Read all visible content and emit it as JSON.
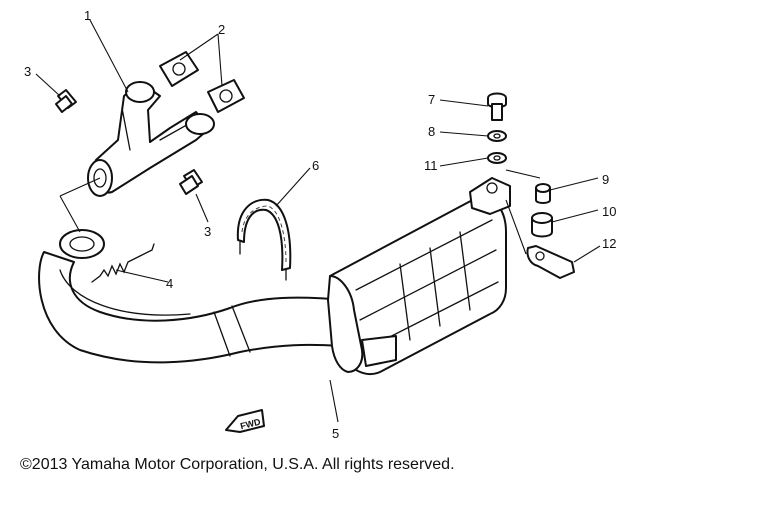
{
  "callouts": {
    "c1": "1",
    "c2": "2",
    "c3a": "3",
    "c3b": "3",
    "c4": "4",
    "c5": "5",
    "c6": "6",
    "c7": "7",
    "c8": "8",
    "c9": "9",
    "c10": "10",
    "c11": "11",
    "c12": "12"
  },
  "fwd_label": "FWD",
  "copyright": "©2013 Yamaha Motor Corporation, U.S.A. All rights reserved."
}
